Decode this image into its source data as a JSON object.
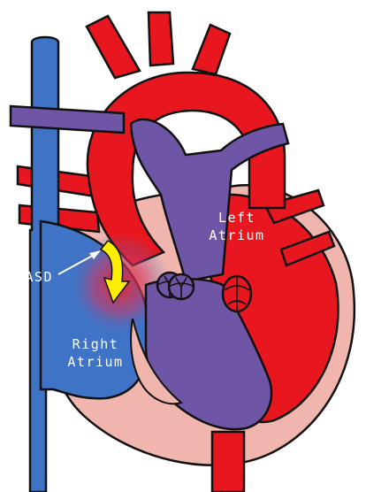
{
  "labels": {
    "left_atrium_line1": "Left",
    "left_atrium_line2": "Atrium",
    "asd": "ASD",
    "right_atrium_line1": "Right",
    "right_atrium_line2": "Atrium"
  },
  "colors": {
    "oxygenated": "#e8171f",
    "deoxygenated": "#3f73c6",
    "mixed": "#6e55a5",
    "wall": "#f0b6ae",
    "outline": "#111111",
    "flow_arrow": "#ffee00",
    "label_text": "#ffffff"
  }
}
